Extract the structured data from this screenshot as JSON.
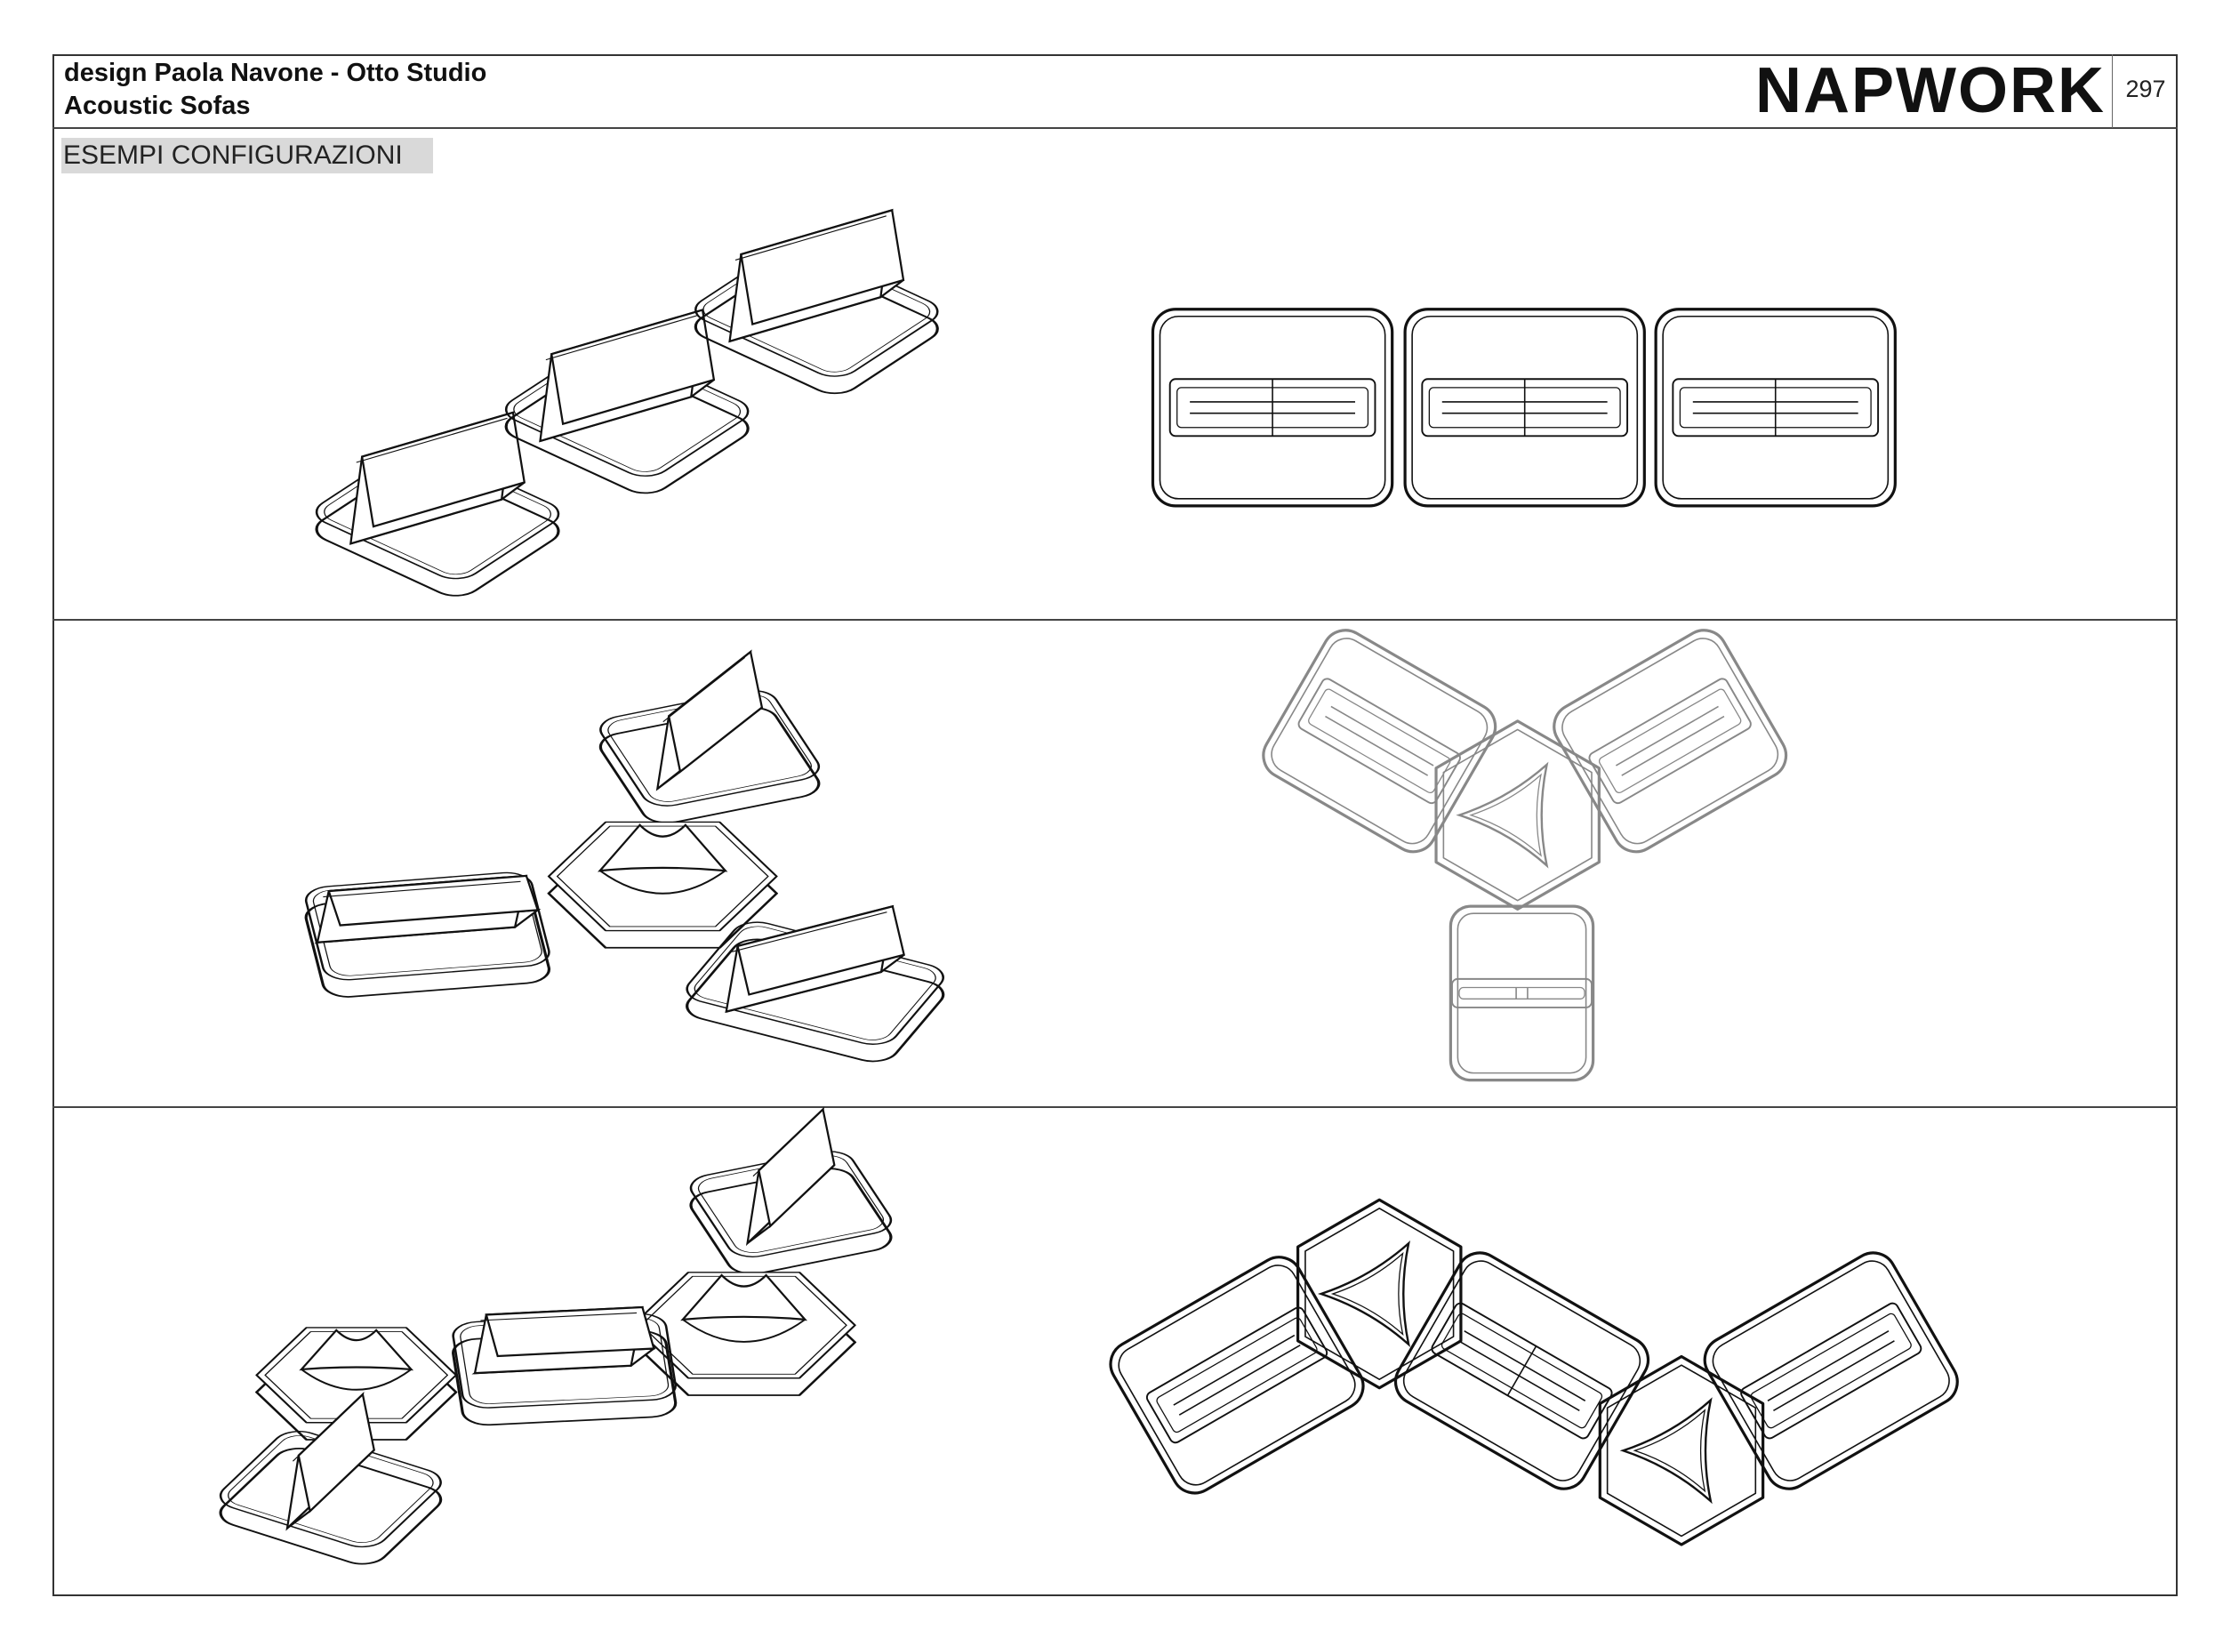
{
  "header": {
    "designer": "design Paola Navone - Otto Studio",
    "category": "Acoustic Sofas",
    "brand": "NAPWORK",
    "page_number": "297"
  },
  "section_title": "ESEMPI CONFIGURAZIONI",
  "drawings": [
    {
      "name": "iso-three-seats-row"
    },
    {
      "name": "top-three-seats-row"
    },
    {
      "name": "iso-three-seats-around-hub"
    },
    {
      "name": "top-three-seats-around-hub"
    },
    {
      "name": "iso-mixed-chain"
    },
    {
      "name": "top-mixed-chain"
    }
  ]
}
